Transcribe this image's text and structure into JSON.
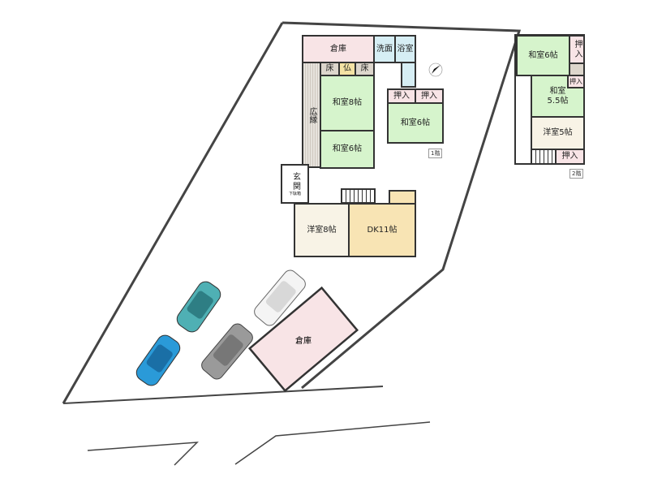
{
  "floor1": {
    "label": "1階",
    "rooms": {
      "storage": "倉庫",
      "washroom": "洗面",
      "bathroom": "浴室",
      "tokonoma1": "床",
      "butsudan": "仏",
      "tokonoma2": "床",
      "engawa": "広縁",
      "washitsu8": "和室8帖",
      "washitsu6a": "和室6帖",
      "oshiire1": "押入",
      "oshiire2": "押入",
      "washitsu6b": "和室6帖",
      "entrance": "玄関",
      "shoe_rack": "下駄箱",
      "youshitsu8": "洋室8帖",
      "dk": "DK11帖"
    }
  },
  "floor2": {
    "label": "2階",
    "rooms": {
      "washitsu6": "和室6帖",
      "oshiire1": "押入",
      "washitsu55_line1": "和室",
      "washitsu55_line2": "5.5帖",
      "oshiire2": "押入",
      "youshitsu5": "洋室5帖",
      "oshiire3": "押入"
    }
  },
  "outbuilding": {
    "label": "倉庫"
  },
  "colors": {
    "wall": "#333333",
    "washitsu": "#d6f4cc",
    "storage": "#f8e4e6",
    "dk": "#f8e4b4",
    "youshitsu": "#f8f3e6",
    "bath": "#d6eef4"
  }
}
